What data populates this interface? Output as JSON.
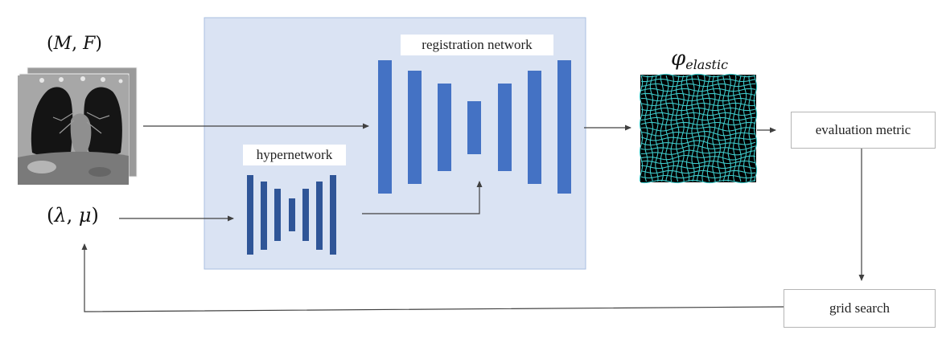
{
  "labels": {
    "inputs": "(M, F)",
    "inputs_left": "(",
    "inputs_M": "M",
    "inputs_sep": ", ",
    "inputs_F": "F",
    "inputs_right": ")",
    "hyperparams_left": "(",
    "hyperparams_lambda": "λ",
    "hyperparams_sep": ", ",
    "hyperparams_mu": "μ",
    "hyperparams_right": ")",
    "registration_network": "registration network",
    "hypernetwork": "hypernetwork",
    "phi_symbol": "φ",
    "phi_subscript": "elastic",
    "evaluation_metric": "evaluation metric",
    "grid_search": "grid search"
  },
  "colors": {
    "panel_fill": "#dae3f3",
    "panel_border": "#a9bfe0",
    "registration_bars": "#4472c4",
    "hypernetwork_bars": "#2f5597",
    "arrow": "#404040",
    "grid_lines": "#3ec9c9",
    "grid_background": "#000000",
    "ct_background": "#9a9a9a"
  },
  "icons": [
    "ct-scan-image",
    "deformation-grid-image"
  ]
}
